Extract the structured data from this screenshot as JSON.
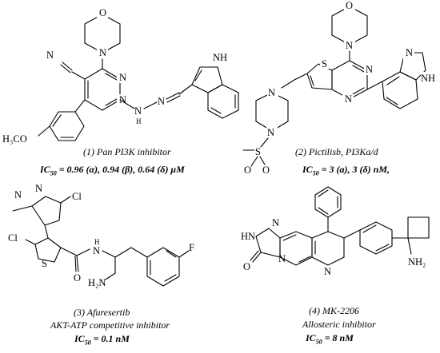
{
  "compounds": [
    {
      "number": "(1)",
      "name": "Pan PI3K inhibitor",
      "subtitle": "",
      "ic50_label": "IC",
      "ic50_sub": "50",
      "ic50_value": "= 0.96 (α), 0.94 (β), 0.64 (δ) μM",
      "atoms": {
        "n_top": "N",
        "o_top": "O",
        "n_nitrile": "N",
        "n_ring1": "N",
        "n_ring2": "N",
        "nh_indole": "NH",
        "n_hydrazone1": "N",
        "h_hydrazone": "H",
        "n_hydrazone2": "N",
        "methoxy": "H₃CO"
      }
    },
    {
      "number": "(2)",
      "name": "Pictilisb, PI3Ka/d",
      "subtitle": "",
      "ic50_label": "IC",
      "ic50_sub": "50",
      "ic50_value": "= 3 (a), 3 (δ) nM,",
      "atoms": {
        "o_top": "O",
        "n_top": "N",
        "s_thio": "S",
        "n_ring1": "N",
        "n_ring2": "N",
        "n_indazole": "N",
        "nh_indazole": "NH",
        "n_pip1": "N",
        "n_pip2": "N",
        "s_sulfonyl": "S",
        "o_s1": "O",
        "o_s2": "O"
      }
    },
    {
      "number": "(3)",
      "name": "Afuresertib",
      "subtitle": "AKT-ATP competitive inhibitor",
      "ic50_label": "IC",
      "ic50_sub": "50",
      "ic50_value": "= 0.1 nM",
      "atoms": {
        "n_pyr1": "N",
        "n_pyr2": "N",
        "cl_pyr": "Cl",
        "cl_thio": "Cl",
        "s_thio": "S",
        "o_amide": "O",
        "n_amide": "N",
        "h_amide": "H",
        "nh2": "H₂N",
        "f": "F"
      }
    },
    {
      "number": "(4)",
      "name": "MK-2206",
      "subtitle": "Allosteric inhibitor",
      "ic50_label": "IC",
      "ic50_sub": "50",
      "ic50_value": "= 8 nM",
      "atoms": {
        "n_tri1": "N",
        "hn_tri": "HN",
        "n_tri2": "N",
        "o_tri": "O",
        "n_naph": "N",
        "nh2": "NH₂"
      }
    }
  ]
}
